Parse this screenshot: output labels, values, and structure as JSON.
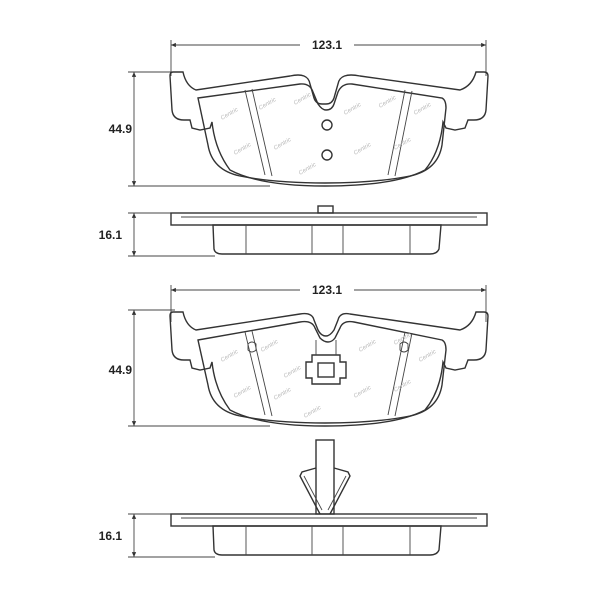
{
  "views": [
    {
      "id": "pad-1-front",
      "width_label": "123.1",
      "height_label": "44.9"
    },
    {
      "id": "pad-1-side",
      "thickness_label": "16.1"
    },
    {
      "id": "pad-2-front",
      "width_label": "123.1",
      "height_label": "44.9"
    },
    {
      "id": "pad-2-side",
      "thickness_label": "16.1"
    }
  ],
  "watermark": "Centric",
  "colors": {
    "line": "#333333",
    "watermark": "#b8b8b8"
  }
}
